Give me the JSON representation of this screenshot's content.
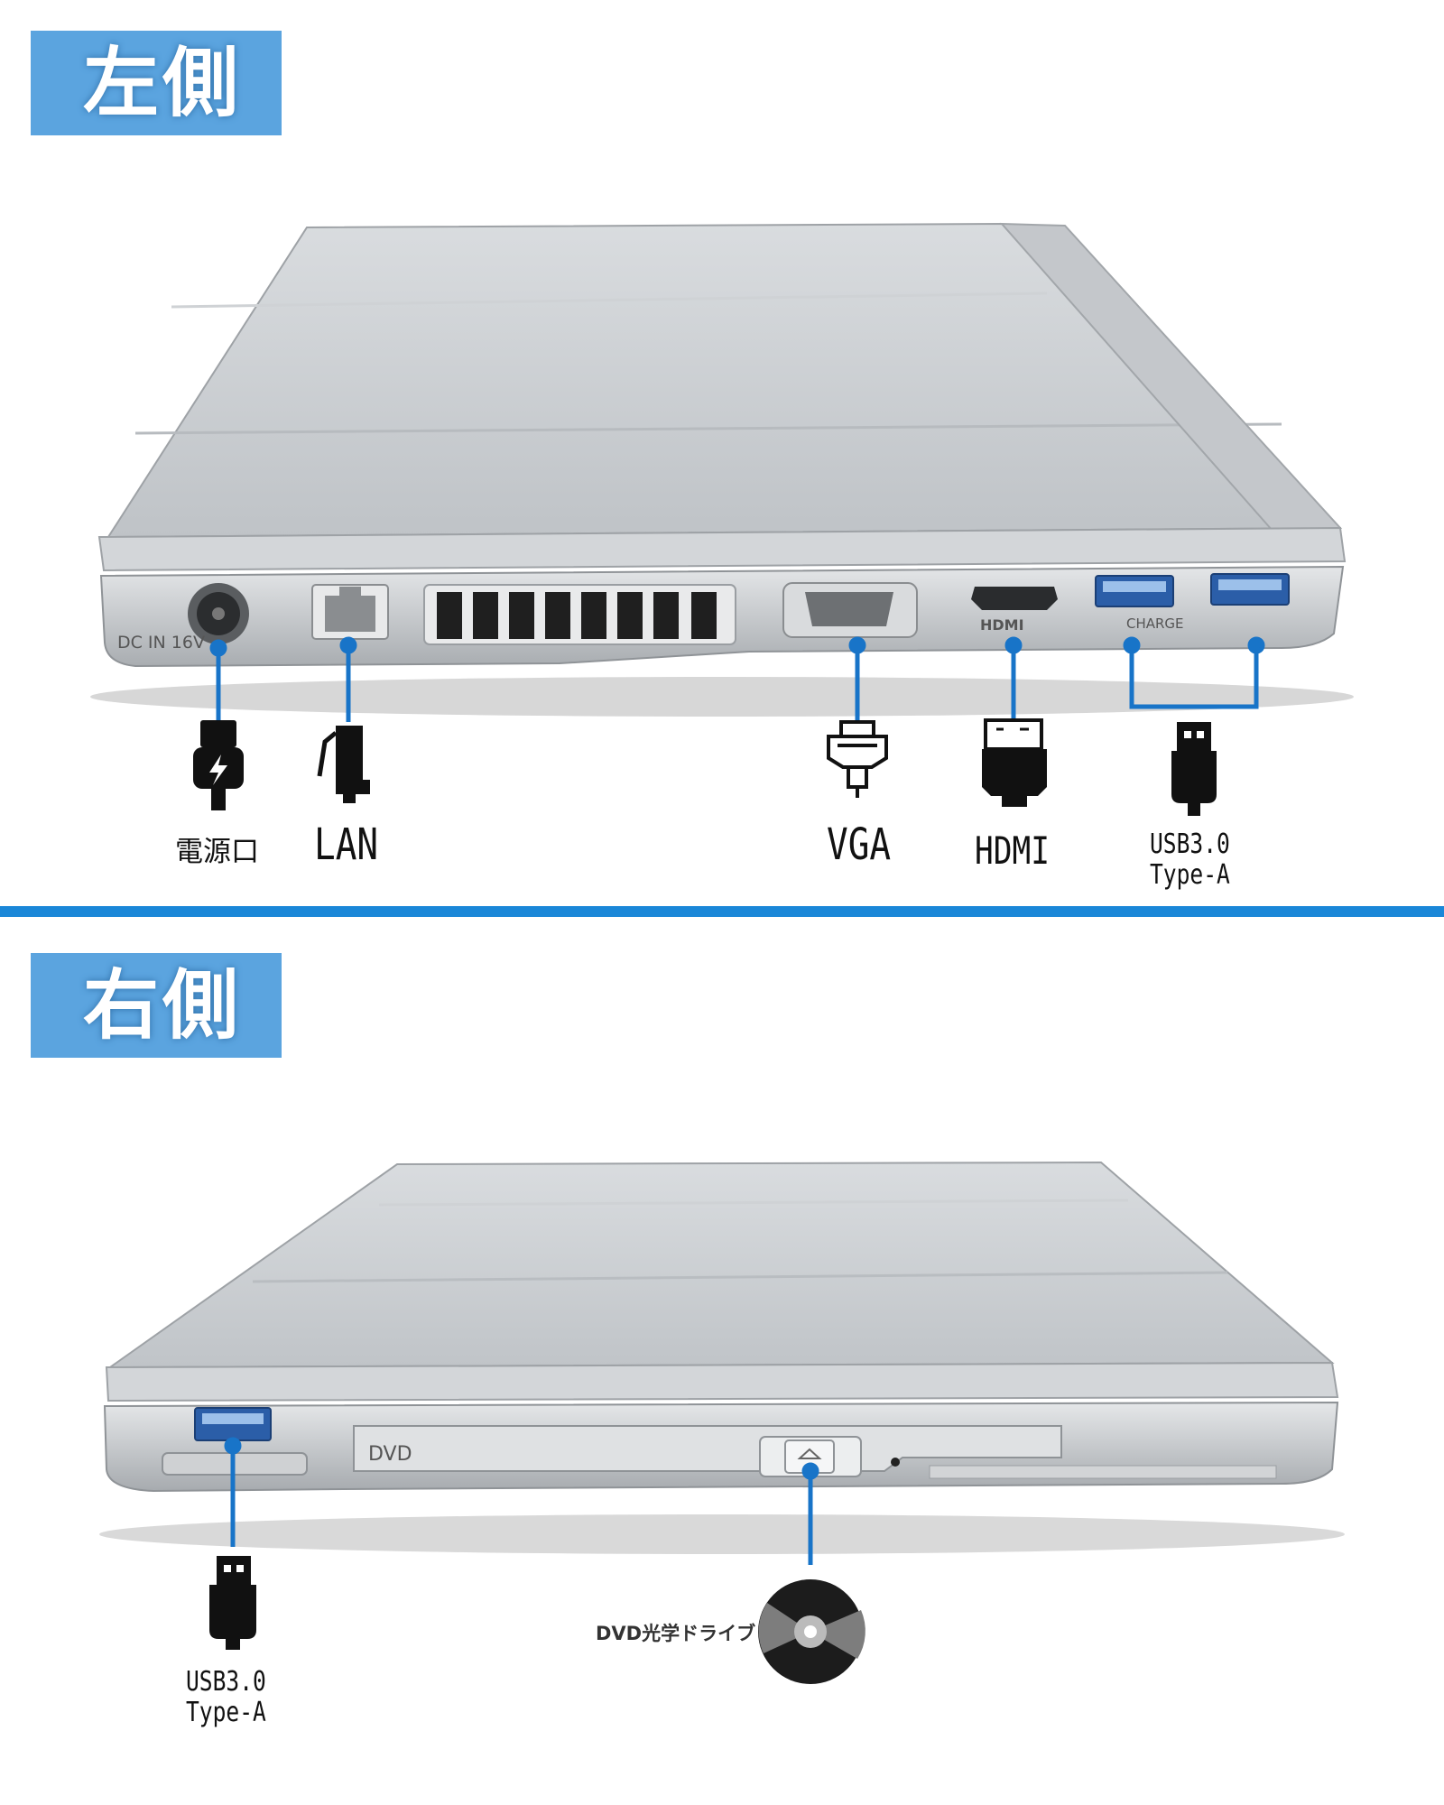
{
  "left_side": {
    "heading": "左側",
    "port_markings": {
      "dc": "DC IN 16V",
      "hdmi": "HDMI",
      "charge": "CHARGE"
    },
    "labels": {
      "power": "電源口",
      "lan": "LAN",
      "vga": "VGA",
      "hdmi": "HDMI",
      "usb_line1": "USB3.0",
      "usb_line2": "Type-A"
    }
  },
  "right_side": {
    "heading": "右側",
    "port_markings": {
      "dvd": "DVD"
    },
    "labels": {
      "usb_line1": "USB3.0",
      "usb_line2": "Type-A",
      "dvd_drive": "DVD光学ドライブ"
    }
  },
  "colors": {
    "accent_badge": "#5ba4df",
    "divider": "#1a87d8",
    "callout_line": "#1874c8",
    "chassis": "#c9ccd0"
  }
}
